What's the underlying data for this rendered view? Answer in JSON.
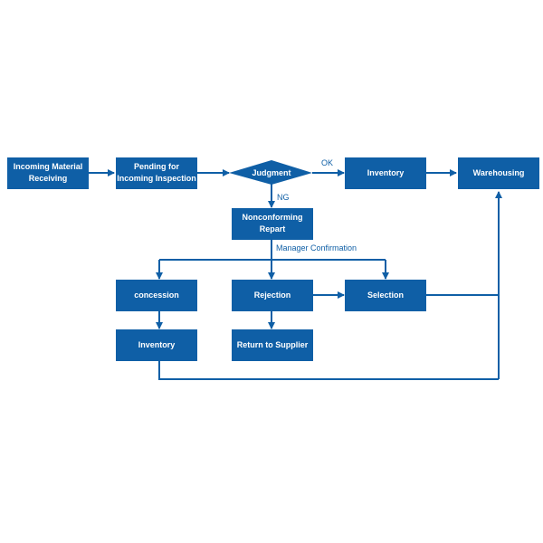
{
  "colors": {
    "node_fill": "#0f5fa6",
    "node_text": "#ffffff",
    "line": "#0f5fa6"
  },
  "nodes": {
    "incoming_material_receiving": [
      "Incoming Material",
      "Receiving"
    ],
    "pending_for_inspection": [
      "Pending for",
      "Incoming Inspection"
    ],
    "judgment": [
      "Judgment"
    ],
    "inventory_top": [
      "Inventory"
    ],
    "warehousing": [
      "Warehousing"
    ],
    "nonconforming_report": [
      "Nonconforming",
      "Repart"
    ],
    "concession": [
      "concession"
    ],
    "rejection": [
      "Rejection"
    ],
    "selection": [
      "Selection"
    ],
    "inventory_bottom": [
      "Inventory"
    ],
    "return_to_supplier": [
      "Return to Supplier"
    ]
  },
  "edge_labels": {
    "ok": "OK",
    "ng": "NG",
    "manager_confirmation": "Manager Confirmation"
  }
}
